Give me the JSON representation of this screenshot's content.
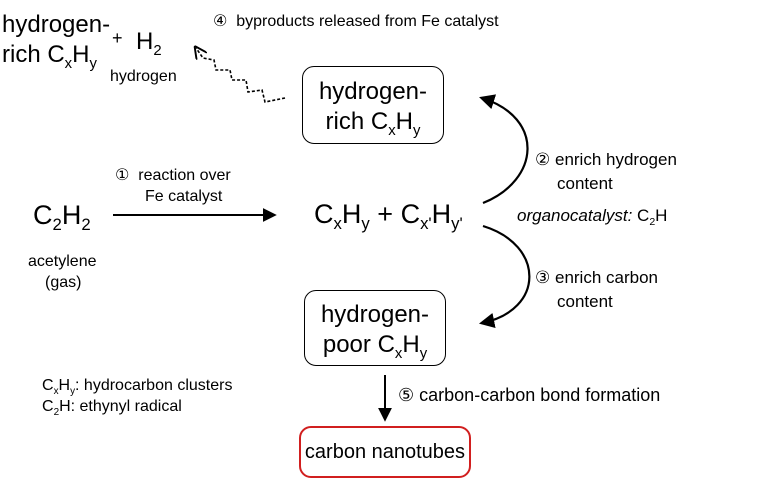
{
  "top_left": {
    "line1": "hydrogen-",
    "line2_prefix": "rich C",
    "x_sub": "x",
    "h": "H",
    "y_sub": "y",
    "plus": "+",
    "h2_h": "H",
    "h2_sub": "2",
    "hydrogen_label": "hydrogen"
  },
  "step4": {
    "number": "④",
    "label": "byproducts released from Fe catalyst"
  },
  "box_rich": {
    "line1": "hydrogen-",
    "line2_prefix": "rich C",
    "x_sub": "x",
    "h": "H",
    "y_sub": "y"
  },
  "step1": {
    "number": "①",
    "line1": "reaction over",
    "line2": "Fe catalyst"
  },
  "acetylene": {
    "c": "C",
    "c_sub": "2",
    "h": "H",
    "h_sub": "2",
    "name": "acetylene",
    "state": "(gas)"
  },
  "center": {
    "c1": "C",
    "x1": "x",
    "h1": "H",
    "y1": "y",
    "plus": "+",
    "c2": "C",
    "x2": "x'",
    "h2": "H",
    "y2": "y'"
  },
  "step2": {
    "number": "②",
    "line1": "enrich hydrogen",
    "line2": "content"
  },
  "organocatalyst": {
    "label": "organocatalyst:",
    "c": "C",
    "c_sub": "2",
    "h": "H"
  },
  "step3": {
    "number": "③",
    "line1": "enrich carbon",
    "line2": "content"
  },
  "box_poor": {
    "line1": "hydrogen-",
    "line2_prefix": "poor C",
    "x_sub": "x",
    "h": "H",
    "y_sub": "y"
  },
  "legend": {
    "l1_c": "C",
    "l1_x": "x",
    "l1_h": "H",
    "l1_y": "y",
    "l1_text": ": hydrocarbon clusters",
    "l2_c": "C",
    "l2_sub": "2",
    "l2_h": "H",
    "l2_text": ": ethynyl radical"
  },
  "step5": {
    "number": "⑤",
    "label": "carbon-carbon bond formation"
  },
  "box_cnt": {
    "label": "carbon nanotubes"
  },
  "colors": {
    "cnt_border": "#d11f1f",
    "ink": "#000000"
  }
}
